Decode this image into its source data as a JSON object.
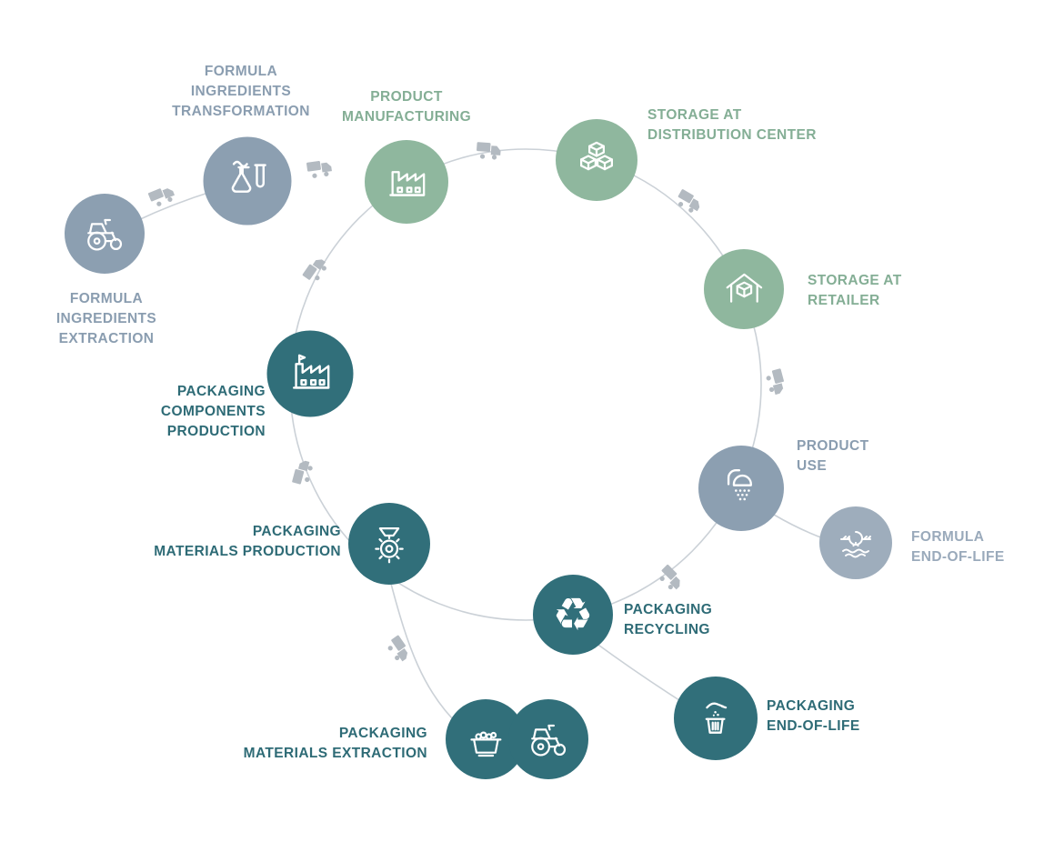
{
  "palette": {
    "node_blue_gray": "#8C9FB1",
    "node_green": "#8FB79E",
    "node_teal": "#316F7A",
    "node_light_blue_gray": "#9EADBC",
    "label_blue_gray": "#8A9DB0",
    "label_green": "#84AE95",
    "label_teal": "#2E6B76",
    "label_light_blue_gray": "#9AAABB",
    "connector": "#CBD1D7",
    "truck": "#B3BAC1",
    "icon_stroke": "#FFFFFF"
  },
  "recycle_glyph": "♻",
  "nodes": {
    "formula_ingredients_extraction": {
      "label": "FORMULA\nINGREDIENTS\nEXTRACTION",
      "icon": "tractor-icon"
    },
    "formula_ingredients_transformation": {
      "label": "FORMULA\nINGREDIENTS\nTRANSFORMATION",
      "icon": "flask-icon"
    },
    "product_manufacturing": {
      "label": "PRODUCT\nMANUFACTURING",
      "icon": "factory-icon"
    },
    "storage_distribution_center": {
      "label": "STORAGE AT\nDISTRIBUTION CENTER",
      "icon": "stacked-boxes-icon"
    },
    "storage_retailer": {
      "label": "STORAGE AT\nRETAILER",
      "icon": "warehouse-box-icon"
    },
    "product_use": {
      "label": "PRODUCT\nUSE",
      "icon": "shower-icon"
    },
    "formula_end_of_life": {
      "label": "FORMULA\nEND-OF-LIFE",
      "icon": "drain-icon"
    },
    "packaging_recycling": {
      "label": "PACKAGING\nRECYCLING",
      "icon": "recycle-icon"
    },
    "packaging_end_of_life": {
      "label": "PACKAGING\nEND-OF-LIFE",
      "icon": "hand-trash-icon"
    },
    "packaging_materials_extraction": {
      "label": "PACKAGING\nMATERIALS EXTRACTION",
      "icon": "dumpster-icon,tractor-icon"
    },
    "packaging_materials_production": {
      "label": "PACKAGING\nMATERIALS PRODUCTION",
      "icon": "machine-gear-icon"
    },
    "packaging_components_production": {
      "label": "PACKAGING\nCOMPONENTS\nPRODUCTION",
      "icon": "factory-flag-icon"
    }
  }
}
